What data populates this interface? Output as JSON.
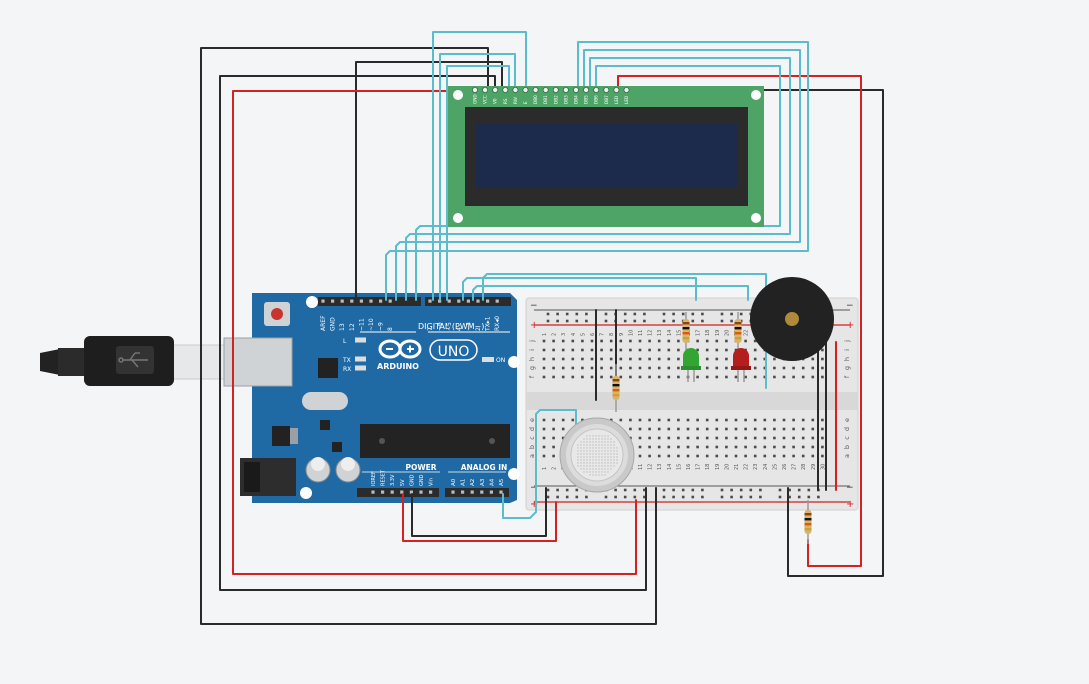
{
  "arduino": {
    "header_labels": [
      "AREF",
      "GND",
      "13",
      "12",
      "~11",
      "~10",
      "~9",
      "8",
      "7",
      "~6",
      "~5",
      "4",
      "~3",
      "2",
      "TX▸1",
      "RX◂0"
    ],
    "digital_label": "DIGITAL (PWM~)",
    "brand": "ARDUINO",
    "model": "UNO",
    "led_l": "L",
    "led_tx": "TX",
    "led_rx": "RX",
    "on_label": "ON",
    "power_title": "POWER",
    "analog_title": "ANALOG IN",
    "power_pins": [
      "IOREF",
      "RESET",
      "3.3V",
      "5V",
      "GND",
      "GND",
      "Vin"
    ],
    "analog_pins": [
      "A0",
      "A1",
      "A2",
      "A3",
      "A4",
      "A5"
    ]
  },
  "lcd": {
    "pins": [
      "GND",
      "VCC",
      "V0",
      "RS",
      "RW",
      "E",
      "DB0",
      "DB1",
      "DB2",
      "DB3",
      "DB4",
      "DB5",
      "DB6",
      "DB7",
      "LED",
      "LED"
    ]
  },
  "breadboard": {
    "row_letters_top": [
      "j",
      "i",
      "h",
      "g",
      "f"
    ],
    "row_letters_bottom": [
      "e",
      "d",
      "c",
      "b",
      "a"
    ],
    "rail_plus": "+",
    "rail_minus": "−",
    "column_numbers": [
      "1",
      "2",
      "3",
      "4",
      "5",
      "6",
      "7",
      "8",
      "9",
      "10",
      "11",
      "12",
      "13",
      "14",
      "15",
      "16",
      "17",
      "18",
      "19",
      "20",
      "21",
      "22",
      "23",
      "24",
      "25",
      "26",
      "27",
      "28",
      "29",
      "30"
    ]
  },
  "colors": {
    "background": "#f3f5f7",
    "board": "#1f6aa5",
    "lcd_pcb": "#4ea466",
    "lcd_screen": "#1c2a4b",
    "wire_cyan": "#5bbccc",
    "wire_red": "#d42121",
    "wire_black": "#2a2a2a",
    "led_green": "#33a532",
    "led_red": "#b41e1e"
  }
}
